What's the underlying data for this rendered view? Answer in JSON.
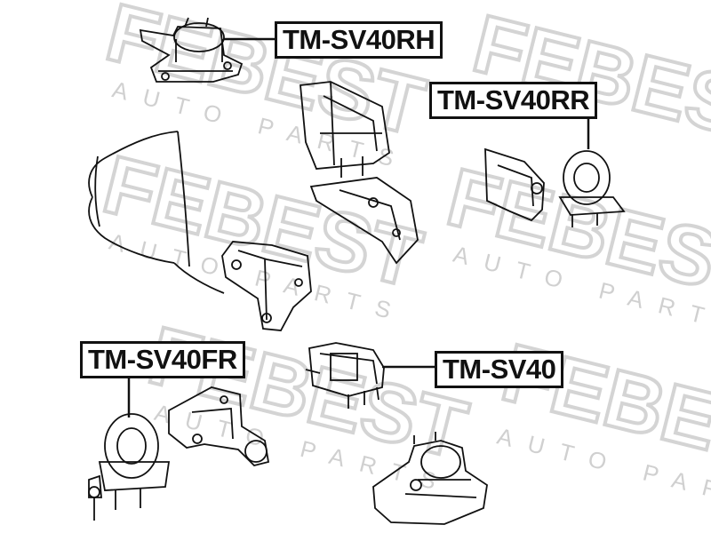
{
  "watermark": {
    "brand": "FEBEST",
    "tagline": "AUTO PARTS",
    "color": "#d8d8d8"
  },
  "labels": {
    "rh": "TM-SV40RH",
    "rr": "TM-SV40RR",
    "fr": "TM-SV40FR",
    "sv": "TM-SV40"
  },
  "colors": {
    "ink": "#111111",
    "label_border": "#111111",
    "background": "#ffffff"
  }
}
